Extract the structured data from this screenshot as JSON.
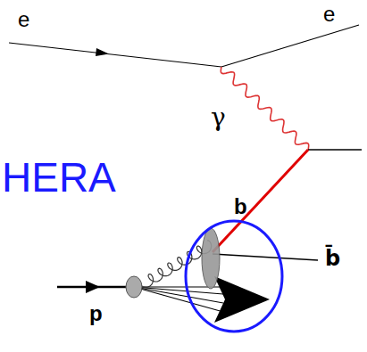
{
  "diagram": {
    "labels": [
      "e",
      "e",
      "γ",
      "HERA",
      "b",
      "b̄",
      "p"
    ]
  }
}
